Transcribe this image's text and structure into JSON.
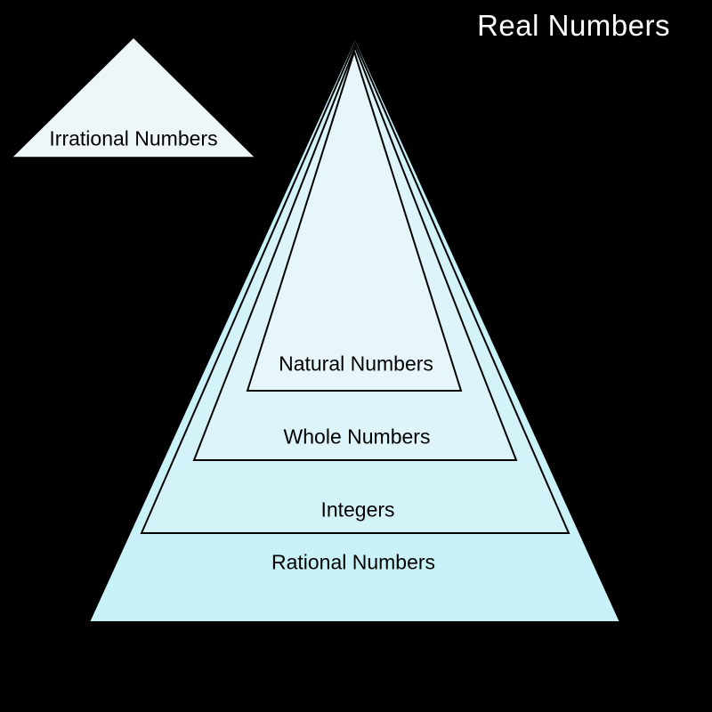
{
  "title": "Real Numbers",
  "colors": {
    "background": "#000000",
    "title_text": "#ffffff",
    "label_text": "#000000",
    "outline": "#000000",
    "irrational_fill": "#eef6fa",
    "rational_fill": "#c8f2f8",
    "integers_fill": "#d4f3f9",
    "whole_fill": "#dcf4fa",
    "natural_fill": "#e6f6fb"
  },
  "pyramid": {
    "levels": [
      {
        "label": "Natural Numbers"
      },
      {
        "label": "Whole Numbers"
      },
      {
        "label": "Integers"
      },
      {
        "label": "Rational Numbers"
      }
    ]
  },
  "irrational": {
    "label": "Irrational Numbers"
  }
}
